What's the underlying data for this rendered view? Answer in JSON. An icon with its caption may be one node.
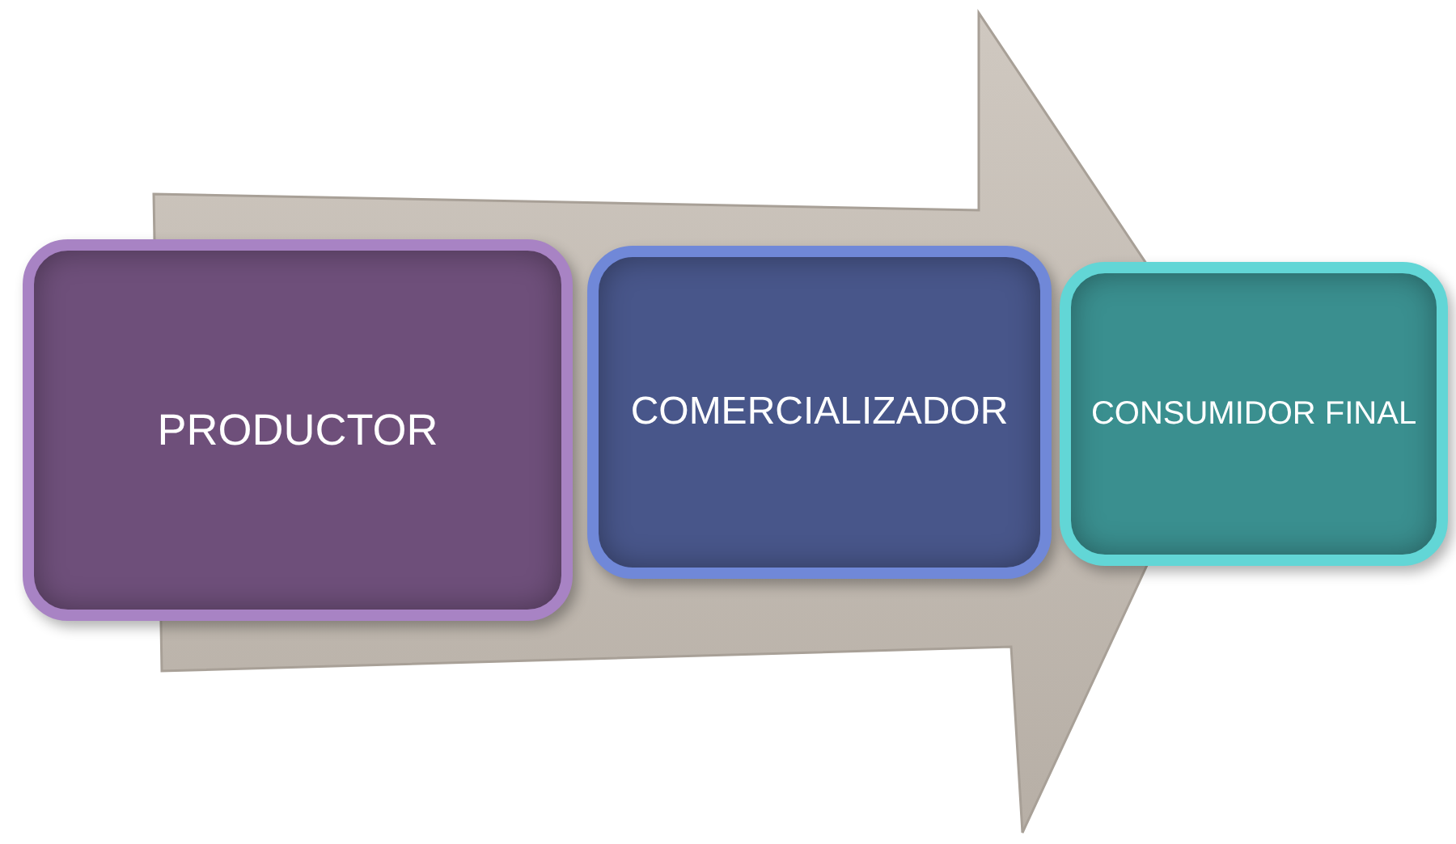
{
  "diagram": {
    "nodes": [
      {
        "text": [
          "PRODUCTOR"
        ]
      },
      {
        "text": [
          "COMERCIALIZADOR"
        ]
      },
      {
        "text": [
          "CONSUMIDOR FINAL"
        ]
      }
    ],
    "edges": [
      {
        "from": 0,
        "to": 2,
        "arrow": "to"
      }
    ]
  }
}
